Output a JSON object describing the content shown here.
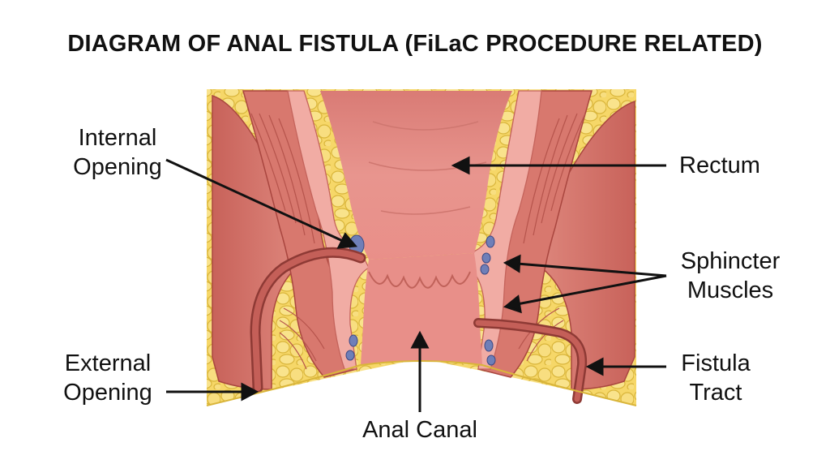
{
  "title": "DIAGRAM OF ANAL FISTULA (FiLaC PROCEDURE RELATED)",
  "labels": {
    "internal_opening": [
      "Internal",
      "Opening"
    ],
    "rectum": "Rectum",
    "sphincter_muscles": [
      "Sphincter",
      "Muscles"
    ],
    "external_opening": [
      "External",
      "Opening"
    ],
    "fistula_tract": [
      "Fistula",
      "Tract"
    ],
    "anal_canal": "Anal Canal"
  },
  "colors": {
    "fat": "#f6d768",
    "fat_dark": "#d9b53a",
    "muscle": "#cf6f65",
    "muscle_dark": "#a9463f",
    "mucosa": "#e38c86",
    "mucosa_light": "#f1aca4",
    "lumen": "#e58d87",
    "fistula": "#b5524c",
    "gland": "#6f7fb8",
    "line": "#111111"
  }
}
